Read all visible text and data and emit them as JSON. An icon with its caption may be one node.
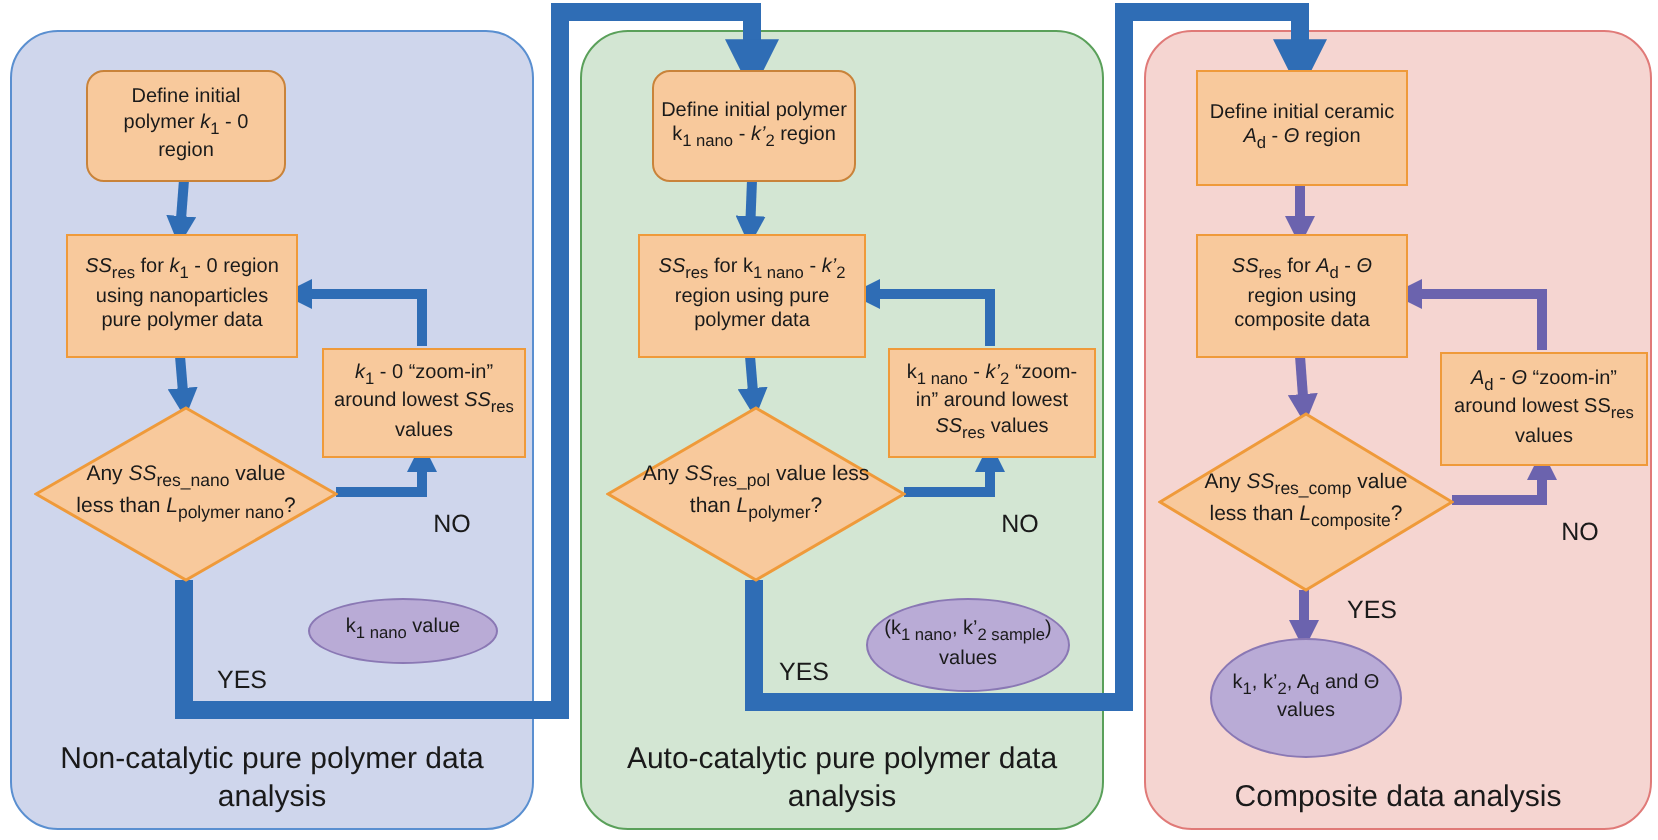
{
  "diagram": {
    "nodes": [
      {
        "text": [
          "Non-catalytic pure polymer data analysis"
        ]
      },
      {
        "text": [
          "Define initial polymer *k*$_{1}$ - 0 region"
        ],
        "in": 0
      },
      {
        "text": [
          "*SS*$_{res}$ for *k*$_{1}$ - 0 region using nanoparticles pure polymer data"
        ],
        "in": 0
      },
      {
        "text": [
          "Any *SS*$_{res_nano}$ value less than *L*$_{polymer nano}$?"
        ],
        "in": 0
      },
      {
        "text": [
          "*k*$_{1}$ - 0 “zoom-in” around lowest *SS*$_{res}$ values"
        ],
        "in": 0
      },
      {
        "text": [
          "k$_{1 nano}$ value"
        ],
        "in": 0
      },
      {
        "text": [
          "Auto-catalytic pure polymer data analysis"
        ]
      },
      {
        "text": [
          "Define initial polymer k$_{1 nano}$ - *k’*$_{2}$ region"
        ],
        "in": 6
      },
      {
        "text": [
          "*SS*$_{res}$ for k$_{1 nano}$ - *k’*$_{2}$ region using pure polymer data"
        ],
        "in": 6
      },
      {
        "text": [
          "Any *SS*$_{res_pol}$ value less than *L*$_{polymer}$?"
        ],
        "in": 6
      },
      {
        "text": [
          "k$_{1 nano}$ - *k’*$_{2}$ “zoom-in” around lowest *SS*$_{res}$ values"
        ],
        "in": 6
      },
      {
        "text": [
          "(k$_{1 nano}$, k’$_{2 sample}$) values"
        ],
        "in": 6
      },
      {
        "text": [
          "Composite data analysis"
        ]
      },
      {
        "text": [
          "Define initial ceramic *A*$_{d}$ - *Θ* region"
        ],
        "in": 12
      },
      {
        "text": [
          "*SS*$_{res}$ for *A*$_{d}$ - *Θ* region using composite data"
        ],
        "in": 12
      },
      {
        "text": [
          "Any *SS*$_{res_comp}$ value less than *L*$_{composite}$?"
        ],
        "in": 12
      },
      {
        "text": [
          "*A*$_{d}$ - *Θ* “zoom-in” around lowest SS$_{res}$ values"
        ],
        "in": 12
      },
      {
        "text": [
          "k$_{1}$, k’$_{2}$, A$_{d}$ and Θ values"
        ],
        "in": 12
      }
    ],
    "edges": [
      {
        "from": 1,
        "to": 2,
        "arrow": "to"
      },
      {
        "from": 2,
        "to": 3,
        "arrow": "to"
      },
      {
        "from": 3,
        "to": 4,
        "arrow": "to",
        "label": "NO"
      },
      {
        "from": 4,
        "to": 2,
        "arrow": "to"
      },
      {
        "from": 3,
        "to": 7,
        "arrow": "to",
        "label": "YES",
        "style": "thick"
      },
      {
        "from": 7,
        "to": 8,
        "arrow": "to"
      },
      {
        "from": 8,
        "to": 9,
        "arrow": "to"
      },
      {
        "from": 9,
        "to": 10,
        "arrow": "to",
        "label": "NO"
      },
      {
        "from": 10,
        "to": 8,
        "arrow": "to"
      },
      {
        "from": 9,
        "to": 13,
        "arrow": "to",
        "label": "YES",
        "style": "thick"
      },
      {
        "from": 13,
        "to": 14,
        "arrow": "to",
        "color": "#6b63ae"
      },
      {
        "from": 14,
        "to": 15,
        "arrow": "to",
        "color": "#6b63ae"
      },
      {
        "from": 15,
        "to": 16,
        "arrow": "to",
        "label": "NO",
        "color": "#6b63ae"
      },
      {
        "from": 16,
        "to": 14,
        "arrow": "to",
        "color": "#6b63ae"
      },
      {
        "from": 15,
        "to": 17,
        "arrow": "to",
        "label": "YES",
        "color": "#6b63ae"
      }
    ]
  }
}
